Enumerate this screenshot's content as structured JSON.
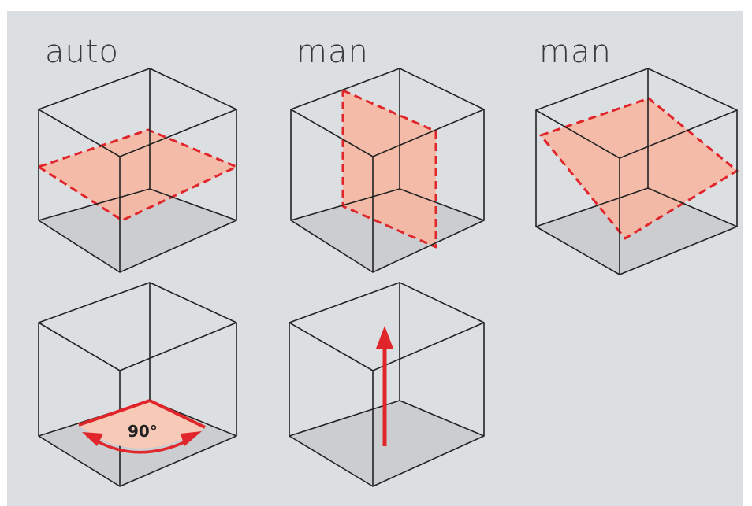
{
  "labels": {
    "panel_1": "auto",
    "panel_2": "man",
    "panel_3": "man"
  },
  "angle_label": "90°",
  "colors": {
    "background": "#dcdfe2",
    "laser_red": "#e0262b",
    "laser_plane_fill": "#f6b7a2",
    "floor_shade": "#cbcdd0",
    "edge": "#222222"
  },
  "icons": [
    "cube-horizontal-laser-plane-icon",
    "cube-vertical-laser-plane-icon",
    "cube-tilted-laser-plane-icon",
    "cube-90-degree-rotation-icon",
    "cube-vertical-arrow-icon"
  ]
}
